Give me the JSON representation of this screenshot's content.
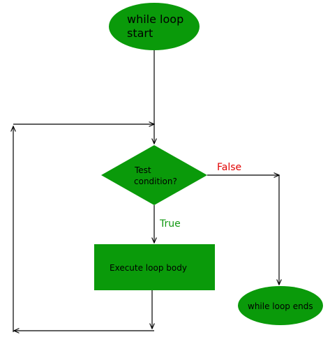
{
  "diagram": {
    "colors": {
      "node_fill": "#0a9a0a",
      "line": "#000000",
      "true_label": "#119911",
      "false_label": "#e00000"
    },
    "nodes": {
      "start_line1": "while loop",
      "start_line2": "start",
      "condition_line1": "Test",
      "condition_line2": "condition?",
      "body": "Execute loop body",
      "end": "while loop ends"
    },
    "edges": {
      "true_label": "True",
      "false_label": "False"
    }
  }
}
